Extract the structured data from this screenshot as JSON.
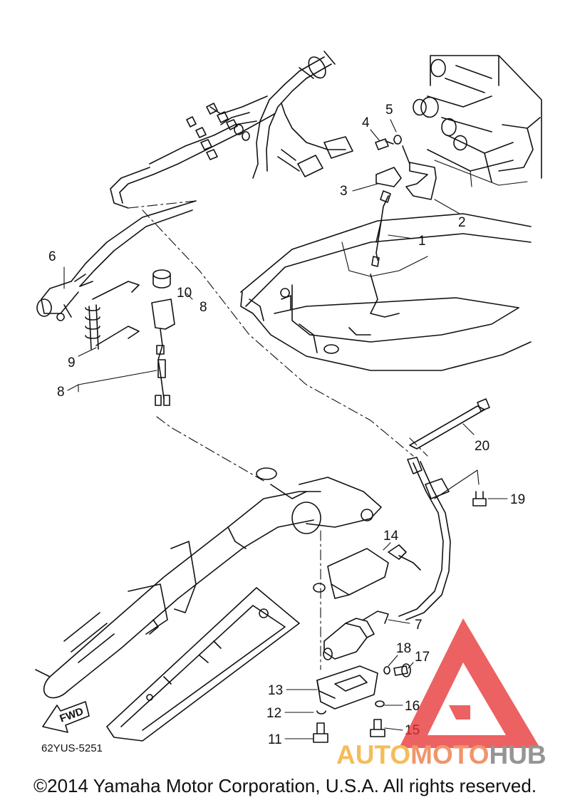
{
  "callouts": {
    "p1": "1",
    "p2": "2",
    "p3": "3",
    "p4": "4",
    "p5": "5",
    "p6": "6",
    "p7": "7",
    "p8a": "8",
    "p8b": "8",
    "p9": "9",
    "p10": "10",
    "p11": "11",
    "p12": "12",
    "p13": "13",
    "p14": "14",
    "p15": "15",
    "p16": "16",
    "p17": "17",
    "p18": "18",
    "p19": "19",
    "p20": "20"
  },
  "fwd_label": "FWD",
  "diagram_code": "62YUS-5251",
  "copyright": "©2014 Yamaha Motor Corporation, U.S.A. All rights reserved.",
  "watermark": {
    "part1": "AUTO",
    "part2": "MOTO",
    "part3": "HUB",
    "color_auto": "#f5b54a",
    "color_moto": "#f08a5a",
    "color_hub": "#8a8a8a",
    "triangle_color": "#e63232"
  }
}
